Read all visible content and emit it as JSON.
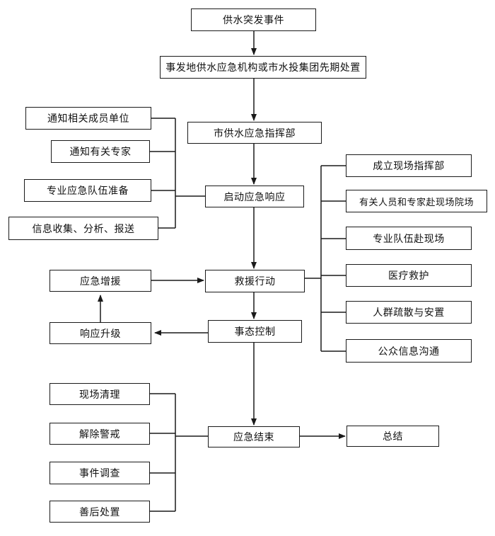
{
  "nodes": {
    "event": "供水突发事件",
    "initial_handling": "事发地供水应急机构或市水投集团先期处置",
    "command": "市供水应急指挥部",
    "start_response": "启动应急响应",
    "rescue": "救援行动",
    "control": "事态控制",
    "end": "应急结束",
    "summary": "总结",
    "reinforce": "应急增援",
    "upgrade": "响应升级",
    "notify_units": "通知相关成员单位",
    "notify_experts": "通知有关专家",
    "team_prepare": "专业应急队伍准备",
    "info_collect": "信息收集、分析、报送",
    "site_command": "成立现场指挥部",
    "personnel_site": "有关人员和专家赴现场院场",
    "team_site": "专业队伍赴现场",
    "medical": "医疗救护",
    "evacuation": "人群疏散与安置",
    "public_info": "公众信息沟通",
    "cleanup": "现场清理",
    "lift_alert": "解除警戒",
    "investigation": "事件调查",
    "aftermath": "善后处置"
  }
}
